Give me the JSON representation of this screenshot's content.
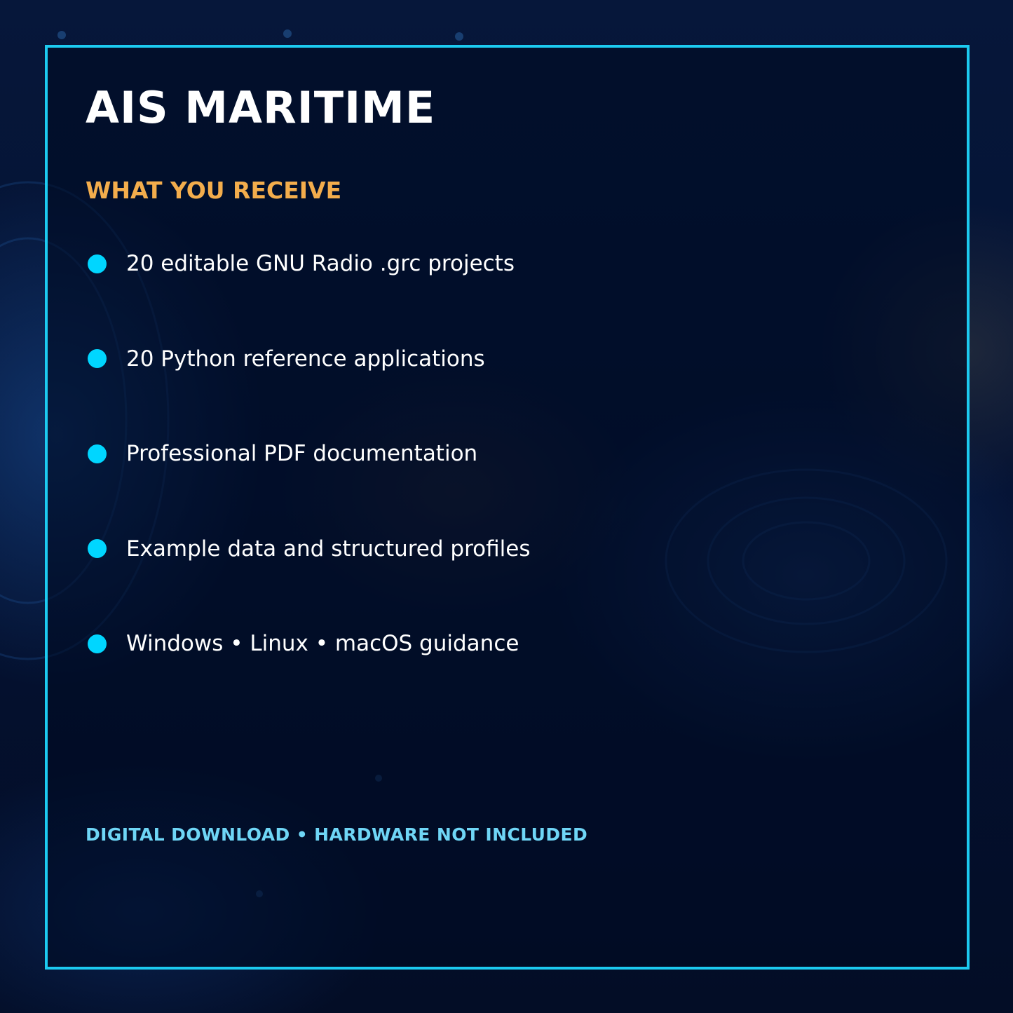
{
  "title": "AIS MARITIME",
  "subtitle": "WHAT YOU RECEIVE",
  "features": [
    {
      "text": "20 editable GNU Radio .grc projects"
    },
    {
      "text": "20 Python reference applications"
    },
    {
      "text": "Professional PDF documentation"
    },
    {
      "text": "Example data and structured profiles"
    },
    {
      "text": "Windows • Linux • macOS guidance"
    }
  ],
  "footer": "DIGITAL DOWNLOAD • HARDWARE NOT INCLUDED",
  "colors": {
    "border": "#1ccaf0",
    "title": "#ffffff",
    "subtitle": "#f3ad4c",
    "bullet": "#00d6ff",
    "footer": "#6fd6f6",
    "background": "#03102a"
  }
}
